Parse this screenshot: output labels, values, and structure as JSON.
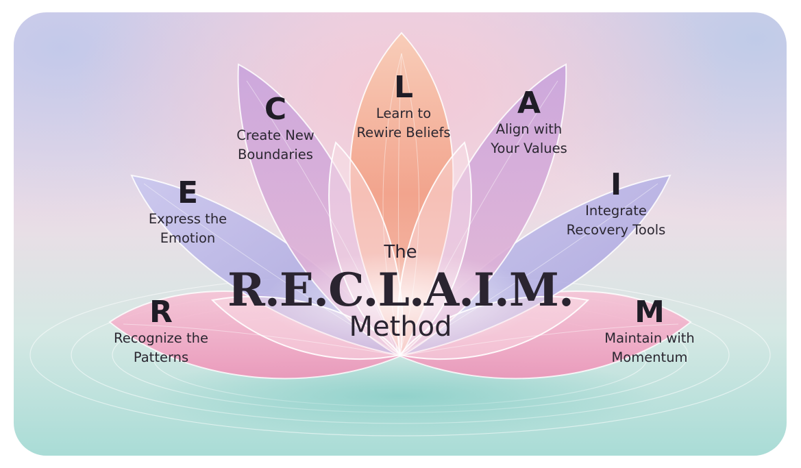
{
  "title": {
    "the": "The",
    "name": "R.E.C.L.A.I.M.",
    "method": "Method"
  },
  "steps": [
    {
      "letter": "R",
      "label": "Recognize the\nPatterns"
    },
    {
      "letter": "E",
      "label": "Express the\nEmotion"
    },
    {
      "letter": "C",
      "label": "Create New\nBoundaries"
    },
    {
      "letter": "L",
      "label": "Learn to\nRewire Beliefs"
    },
    {
      "letter": "A",
      "label": "Align with\nYour Values"
    },
    {
      "letter": "I",
      "label": "Integrate\nRecovery Tools"
    },
    {
      "letter": "M",
      "label": "Maintain with\nMomentum"
    }
  ],
  "colors": {
    "petal_center": "#f3a58e",
    "petal_inner": "#c58fd0",
    "petal_middle": "#a9a3dd",
    "petal_outer": "#ef9cc0",
    "water": "#a9dcd6"
  }
}
